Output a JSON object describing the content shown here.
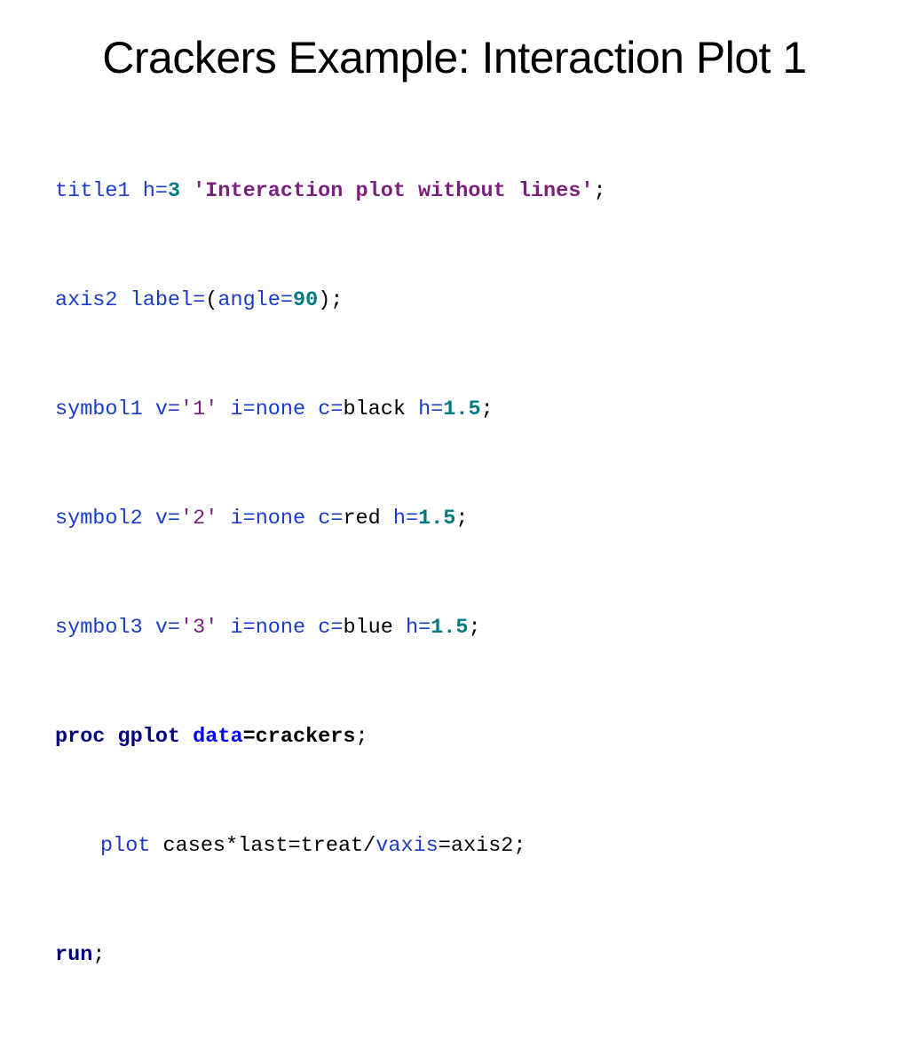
{
  "slide": {
    "title": "Crackers Example: Interaction Plot 1"
  },
  "code": {
    "line1": [
      {
        "t": "title1 ",
        "c": "kw-blue"
      },
      {
        "t": "h=",
        "c": "kw-blue"
      },
      {
        "t": "3",
        "c": "num-teal"
      },
      {
        "t": " ",
        "c": "plain"
      },
      {
        "t": "'Interaction plot without lines'",
        "c": "str-bold"
      },
      {
        "t": ";",
        "c": "plain"
      }
    ],
    "line2": [
      {
        "t": "axis2 ",
        "c": "kw-blue"
      },
      {
        "t": "label=",
        "c": "kw-blue"
      },
      {
        "t": "(",
        "c": "plain"
      },
      {
        "t": "angle=",
        "c": "kw-blue"
      },
      {
        "t": "90",
        "c": "num-teal"
      },
      {
        "t": ");",
        "c": "plain"
      }
    ],
    "line3": [
      {
        "t": "symbol1 ",
        "c": "kw-blue"
      },
      {
        "t": "v=",
        "c": "kw-blue"
      },
      {
        "t": "'1'",
        "c": "str-purple"
      },
      {
        "t": " ",
        "c": "plain"
      },
      {
        "t": "i=",
        "c": "kw-blue"
      },
      {
        "t": "none",
        "c": "kw-blue"
      },
      {
        "t": " ",
        "c": "plain"
      },
      {
        "t": "c=",
        "c": "kw-blue"
      },
      {
        "t": "black",
        "c": "plain"
      },
      {
        "t": " ",
        "c": "plain"
      },
      {
        "t": "h=",
        "c": "kw-blue"
      },
      {
        "t": "1.5",
        "c": "num-teal"
      },
      {
        "t": ";",
        "c": "plain"
      }
    ],
    "line4": [
      {
        "t": "symbol2 ",
        "c": "kw-blue"
      },
      {
        "t": "v=",
        "c": "kw-blue"
      },
      {
        "t": "'2'",
        "c": "str-purple"
      },
      {
        "t": " ",
        "c": "plain"
      },
      {
        "t": "i=",
        "c": "kw-blue"
      },
      {
        "t": "none",
        "c": "kw-blue"
      },
      {
        "t": " ",
        "c": "plain"
      },
      {
        "t": "c=",
        "c": "kw-blue"
      },
      {
        "t": "red",
        "c": "plain"
      },
      {
        "t": " ",
        "c": "plain"
      },
      {
        "t": "h=",
        "c": "kw-blue"
      },
      {
        "t": "1.5",
        "c": "num-teal"
      },
      {
        "t": ";",
        "c": "plain"
      }
    ],
    "line5": [
      {
        "t": "symbol3 ",
        "c": "kw-blue"
      },
      {
        "t": "v=",
        "c": "kw-blue"
      },
      {
        "t": "'3'",
        "c": "str-purple"
      },
      {
        "t": " ",
        "c": "plain"
      },
      {
        "t": "i=",
        "c": "kw-blue"
      },
      {
        "t": "none",
        "c": "kw-blue"
      },
      {
        "t": " ",
        "c": "plain"
      },
      {
        "t": "c=",
        "c": "kw-blue"
      },
      {
        "t": "blue",
        "c": "plain"
      },
      {
        "t": " ",
        "c": "plain"
      },
      {
        "t": "h=",
        "c": "kw-blue"
      },
      {
        "t": "1.5",
        "c": "num-teal"
      },
      {
        "t": ";",
        "c": "plain"
      }
    ],
    "line6": [
      {
        "t": "proc gplot ",
        "c": "bold-navy"
      },
      {
        "t": "data",
        "c": "bold-blue"
      },
      {
        "t": "=crackers",
        "c": "bold-black"
      },
      {
        "t": ";",
        "c": "plain"
      }
    ],
    "line7": [
      {
        "t": "plot ",
        "c": "kw-blue"
      },
      {
        "t": "cases*last=treat/",
        "c": "plain"
      },
      {
        "t": "vaxis",
        "c": "kw-blue"
      },
      {
        "t": "=axis2;",
        "c": "plain"
      }
    ],
    "line8": [
      {
        "t": "run",
        "c": "bold-navy"
      },
      {
        "t": ";",
        "c": "plain"
      }
    ]
  },
  "colors": {
    "keyword": "#1a3cc8",
    "number": "#007a80",
    "string": "#7a1f7e",
    "proc_keyword": "#000080",
    "data_keyword": "#0000ff",
    "text": "#000000",
    "background": "#ffffff"
  }
}
